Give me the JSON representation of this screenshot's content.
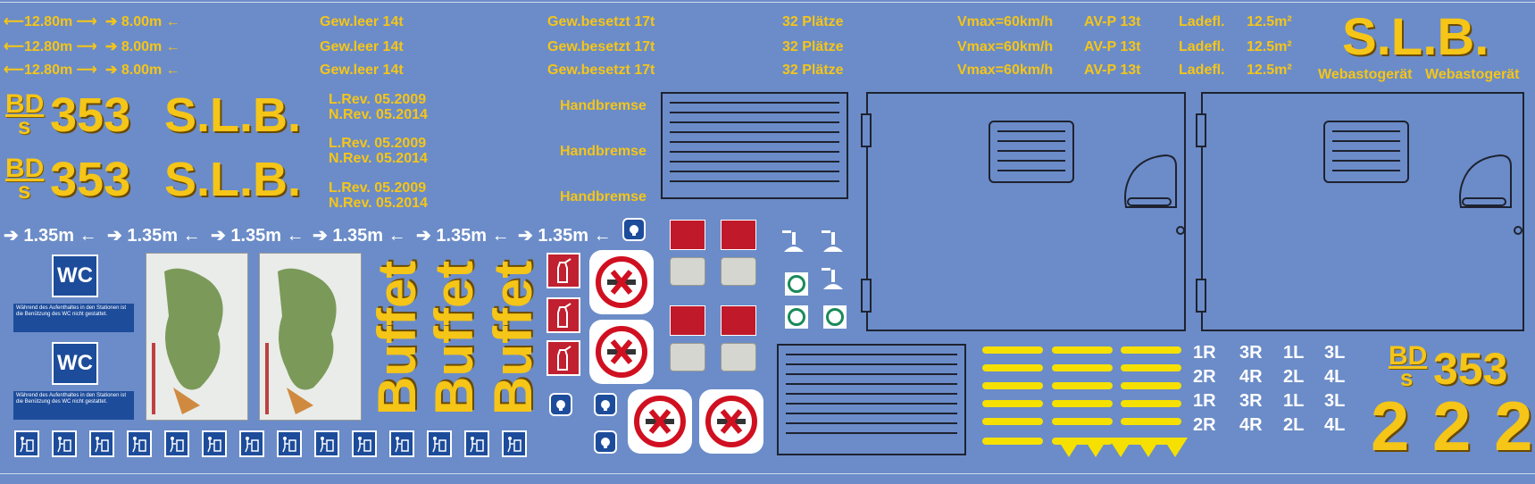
{
  "colors": {
    "background": "#6b8cc8",
    "lettering": "#f5c518",
    "white": "#ffffff",
    "sign_blue": "#1d4c9b",
    "sign_red": "#c02030",
    "stripe": "#f5e000"
  },
  "dim_rows": [
    {
      "length": "12.80m",
      "spacing": "8.00m"
    },
    {
      "length": "12.80m",
      "spacing": "8.00m"
    },
    {
      "length": "12.80m",
      "spacing": "8.00m"
    }
  ],
  "weights": {
    "empty": "Gew.leer 14t",
    "occupied": "Gew.besetzt 17t",
    "seats": "32 Plätze"
  },
  "spec": {
    "vmax": "Vmax=60km/h",
    "avp": "AV-P 13t",
    "ladefl": "Ladefl.",
    "ladefl_value": "12.5m²"
  },
  "brand": {
    "slb": "S.L.B.",
    "webasto": "Webastogerät"
  },
  "car": {
    "class_top": "BD",
    "class_bottom": "s",
    "number": "353"
  },
  "revision": {
    "l": "L.Rev. 05.2009",
    "n": "N.Rev. 05.2014"
  },
  "handbrake": "Handbremse",
  "axle_dist": "1.35m",
  "wc": {
    "label": "WC",
    "notice": "Während des Aufenthaltes in den Stationen ist die Benützung des WC nicht gestattet."
  },
  "buffet": "Buffet",
  "seats_a": [
    "1R",
    "3R",
    "1L",
    "3L"
  ],
  "seats_b": [
    "2R",
    "4R",
    "2L",
    "4L"
  ],
  "big_number": "2 2 2",
  "icons": [
    "arrow-right-icon",
    "arrow-left-icon",
    "wc-sign-icon",
    "waste-bin-icon",
    "fire-extinguisher-icon",
    "no-smoking-icon",
    "lamp-icon",
    "hook-icon",
    "green-ring-icon",
    "vent-grille-icon"
  ]
}
